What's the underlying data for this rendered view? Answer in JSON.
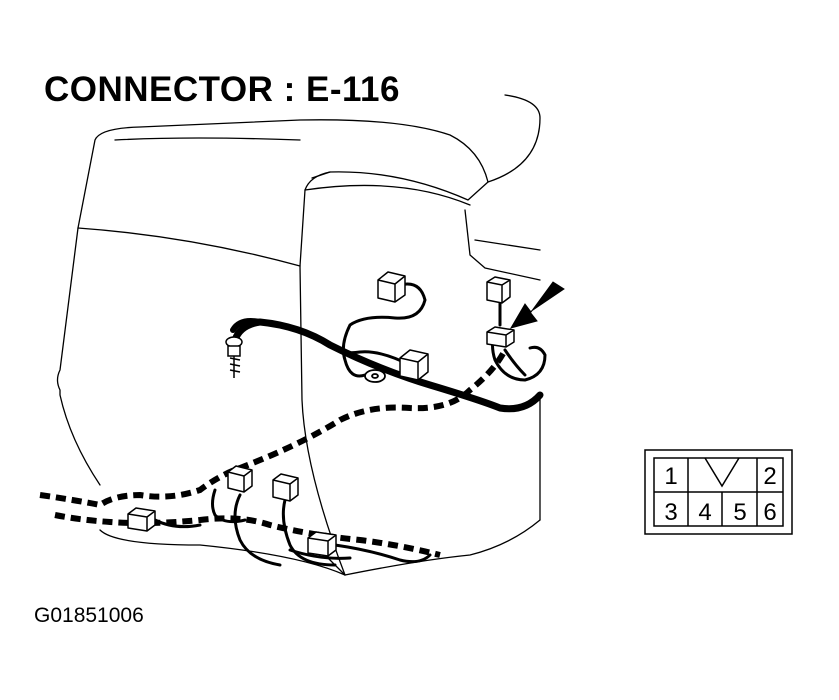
{
  "title": "CONNECTOR : E-116",
  "figure_id": "G01851006",
  "connector_pins": {
    "top": [
      "1",
      "2"
    ],
    "bottom": [
      "3",
      "4",
      "5",
      "6"
    ]
  }
}
